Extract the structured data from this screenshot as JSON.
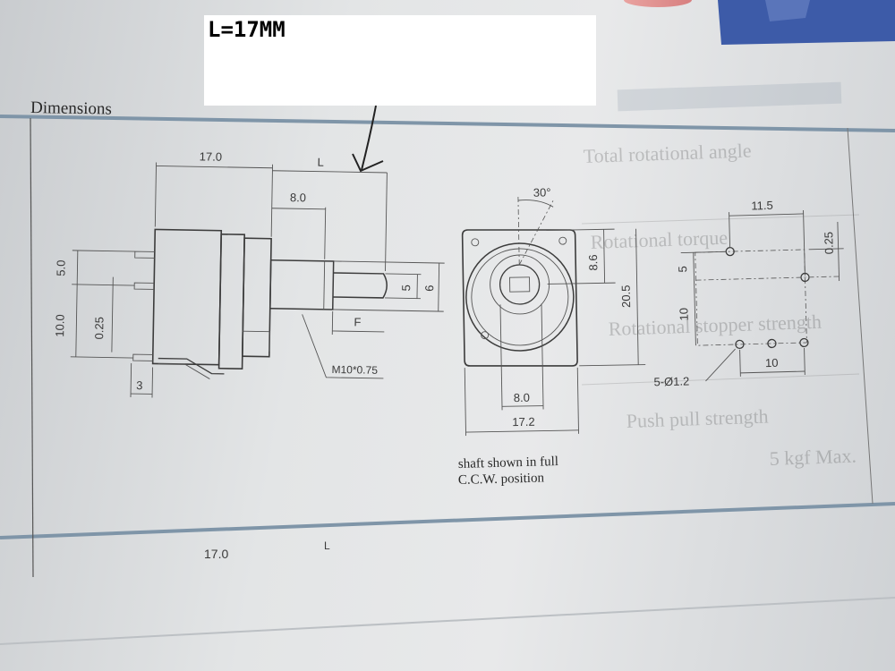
{
  "annotation": {
    "text": "L=17MM"
  },
  "section": {
    "title": "Dimensions"
  },
  "side_view": {
    "dim_17": "17.0",
    "dim_L": "L",
    "dim_8": "8.0",
    "dim_5": "5.0",
    "dim_10": "10.0",
    "dim_025": "0.25",
    "dim_3": "3",
    "dim_shaft_5": "5",
    "dim_shaft_6": "6",
    "dim_F": "F",
    "thread": "M10*0.75"
  },
  "front_view": {
    "angle": "30°",
    "dim_86": "8.6",
    "dim_205": "20.5",
    "dim_80": "8.0",
    "dim_172": "17.2",
    "caption_line1": "shaft shown in full",
    "caption_line2": "C.C.W. position"
  },
  "pcb_view": {
    "dim_115": "11.5",
    "dim_025": "0.25",
    "dim_5": "5",
    "dim_10v": "10",
    "dim_10h": "10",
    "holes": "5-Ø1.2"
  },
  "footer": {
    "dim_17": "17.0",
    "dim_L": "L"
  },
  "background_text": {
    "line1": "Total rotational angle",
    "line2": "Rotational torque",
    "line3": "Rotational stopper strength",
    "line4": "Push pull strength",
    "line5": "5 kgf Max."
  },
  "colors": {
    "frame": "#7f95a8",
    "annotation_bg": "#ffffff",
    "pencil": "#222222"
  }
}
